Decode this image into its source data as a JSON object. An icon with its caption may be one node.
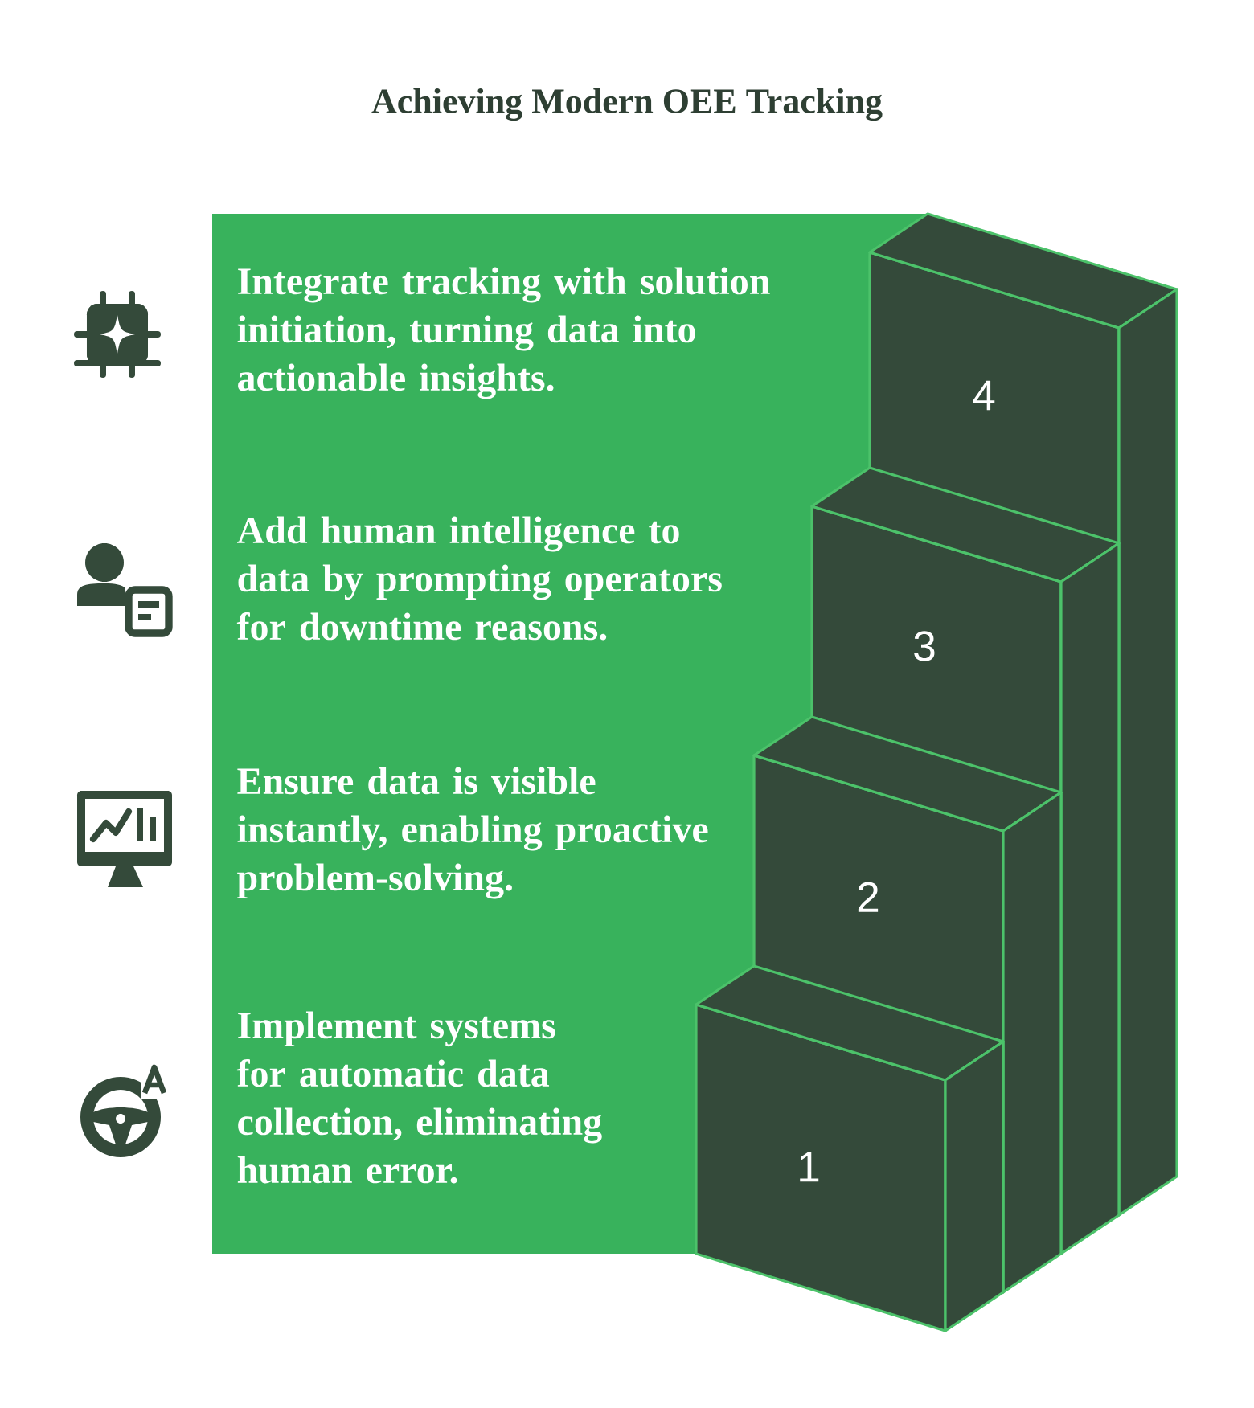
{
  "diagram": {
    "title": "Achieving Modern OEE Tracking",
    "nodes": [
      {
        "text": [
          "1"
        ]
      },
      {
        "text": [
          "2"
        ]
      },
      {
        "text": [
          "3"
        ]
      },
      {
        "text": [
          "4"
        ]
      }
    ],
    "labels": [
      "Integrate tracking with solution initiation, turning data into actionable insights.",
      "Add human intelligence to data by prompting operators for downtime reasons.",
      "Ensure data is visible instantly, enabling proactive problem-solving.",
      "Implement systems for automatic data collection, eliminating human error."
    ]
  }
}
